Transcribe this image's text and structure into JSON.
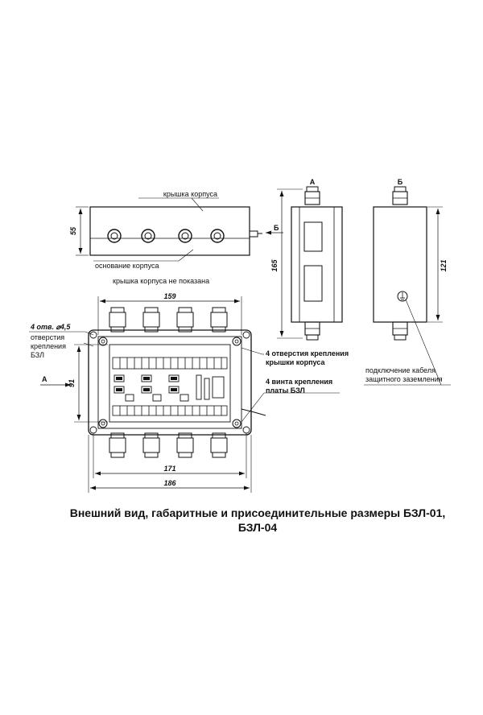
{
  "labels": {
    "lid": "крышка корпуса",
    "base": "основание корпуса",
    "lid_not_shown": "крышка корпуса не показана",
    "holes_size": "4 отв. ⌀4,5",
    "holes_mount_1": "отверстия",
    "holes_mount_2": "крепления",
    "holes_mount_3": "БЗЛ",
    "lid_holes_1": "4 отверстия крепления",
    "lid_holes_2": "крышки корпуса",
    "board_screws_1": "4 винта крепления",
    "board_screws_2": "платы БЗЛ",
    "ground_1": "подключение кабеля",
    "ground_2": "защитного заземления",
    "view_a": "А",
    "view_b": "Б",
    "arrow_a": "А",
    "arrow_b": "Б"
  },
  "dimensions": {
    "height_top": "55",
    "height_side": "165",
    "height_end": "121",
    "width_inner": "159",
    "height_plan": "91",
    "width_171": "171",
    "width_186": "186"
  },
  "caption": {
    "line1": "Внешний вид, габаритные и присоединительные размеры БЗЛ-01,",
    "line2": "БЗЛ-04"
  }
}
